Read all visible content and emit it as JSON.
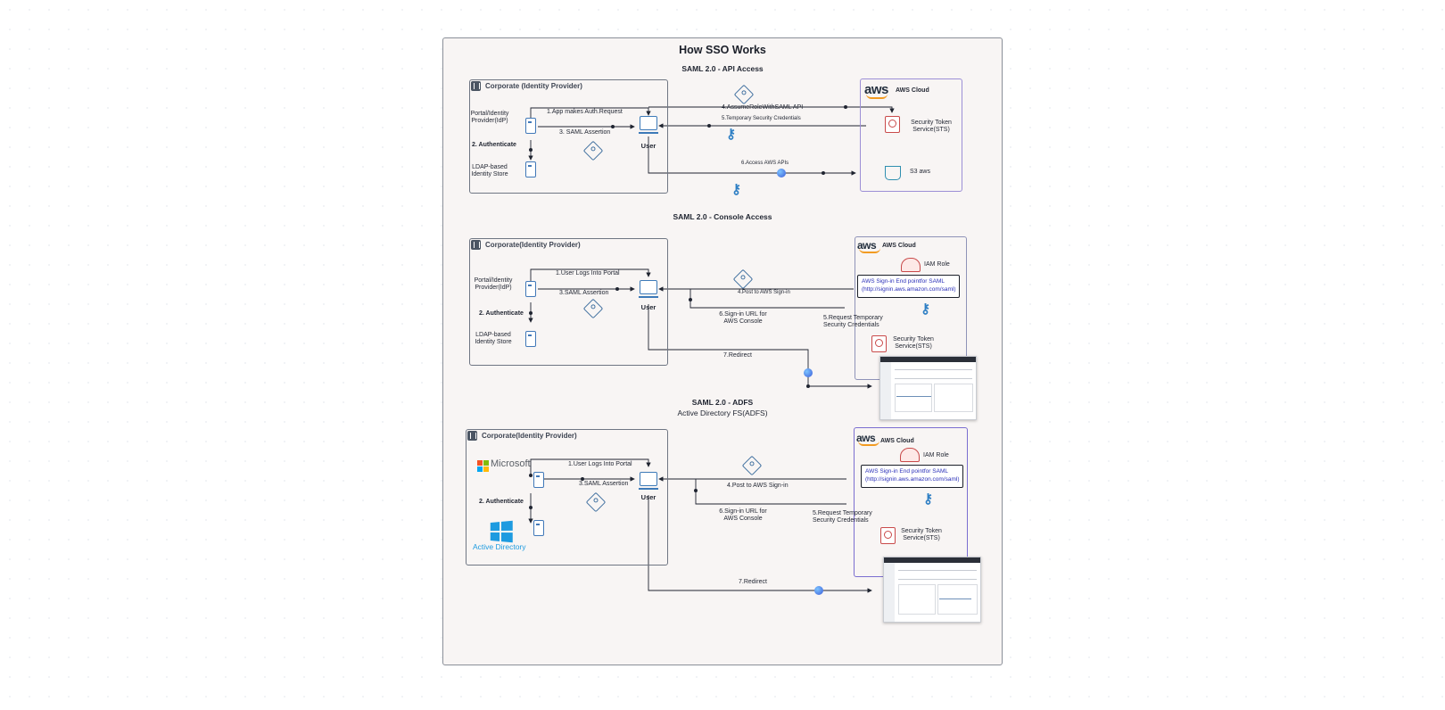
{
  "title": "How SSO Works",
  "sections": [
    {
      "subtitle": "SAML 2.0 - API Access",
      "corp_header": "Corporate (Identity Provider)",
      "portal_label": "Portal/Identity Provider(IdP)",
      "authenticate": "2. Authenticate",
      "store_label": "LDAP-based Identity Store",
      "step1": "1.App makes Auth.Request",
      "step3": "3. SAML Assertion",
      "user": "User",
      "step4": "4.AssumeRoleWithSAML API",
      "step5": "5.Temporary Security Credentials",
      "step6": "6.Access AWS APIs",
      "aws_logo": "aws",
      "aws_cloud": "AWS Cloud",
      "sts": "Security Token Service(STS)",
      "s3": "S3 aws"
    },
    {
      "subtitle": "SAML 2.0 - Console Access",
      "corp_header": "Corporate(Identity Provider)",
      "portal_label": "Portal/Identity Provider(IdP)",
      "authenticate": "2. Authenticate",
      "store_label": "LDAP-based Identity Store",
      "step1": "1.User Logs Into Portal",
      "step3": "3.SAML Assertion",
      "user": "User",
      "step4": "4.Post to AWS Sign-in",
      "step5": "5.Request Temporary Security Credentials",
      "step6": "6.Sign-in URL for AWS Console",
      "step7": "7.Redirect",
      "aws_logo": "aws",
      "aws_cloud": "AWS Cloud",
      "iam": "IAM Role",
      "endpoint_1": "AWS Sign-in End pointfor SAML",
      "endpoint_2": "(http://signin.aws.amazon.com/saml)",
      "sts": "Security Token Service(STS)"
    },
    {
      "subtitle": "SAML 2.0 - ADFS",
      "subtitle2": "Active Directory FS(ADFS)",
      "corp_header": "Corporate(Identity Provider)",
      "ms_name": "Microsoft",
      "authenticate": "2. Authenticate",
      "ad_name": "Active Directory",
      "step1": "1.User Logs Into Portal",
      "step3": "3.SAML Assertion",
      "user": "User",
      "step4": "4.Post to AWS Sign-in",
      "step5": "5.Request Temporary Security Credentials",
      "step6": "6.Sign-in URL for AWS Console",
      "step7": "7.Redirect",
      "aws_logo": "aws",
      "aws_cloud": "AWS Cloud",
      "iam": "IAM Role",
      "endpoint_1": "AWS Sign-in End pointfor SAML",
      "endpoint_2": "(http://signin.aws.amazon.com/saml)",
      "sts": "Security Token Service(STS)"
    }
  ],
  "colors": {
    "accent_purple": "#9c8fd6",
    "aws_orange": "#f29b22",
    "key_blue": "#2f7fc4",
    "sts_red": "#c94a4a"
  },
  "icons": [
    "building-icon",
    "device-icon",
    "computer-icon",
    "tag-icon",
    "key-icon",
    "sts-icon",
    "s3-bucket-icon",
    "iam-helmet-icon",
    "aws-logo",
    "microsoft-logo",
    "windows-logo",
    "console-screenshot"
  ]
}
